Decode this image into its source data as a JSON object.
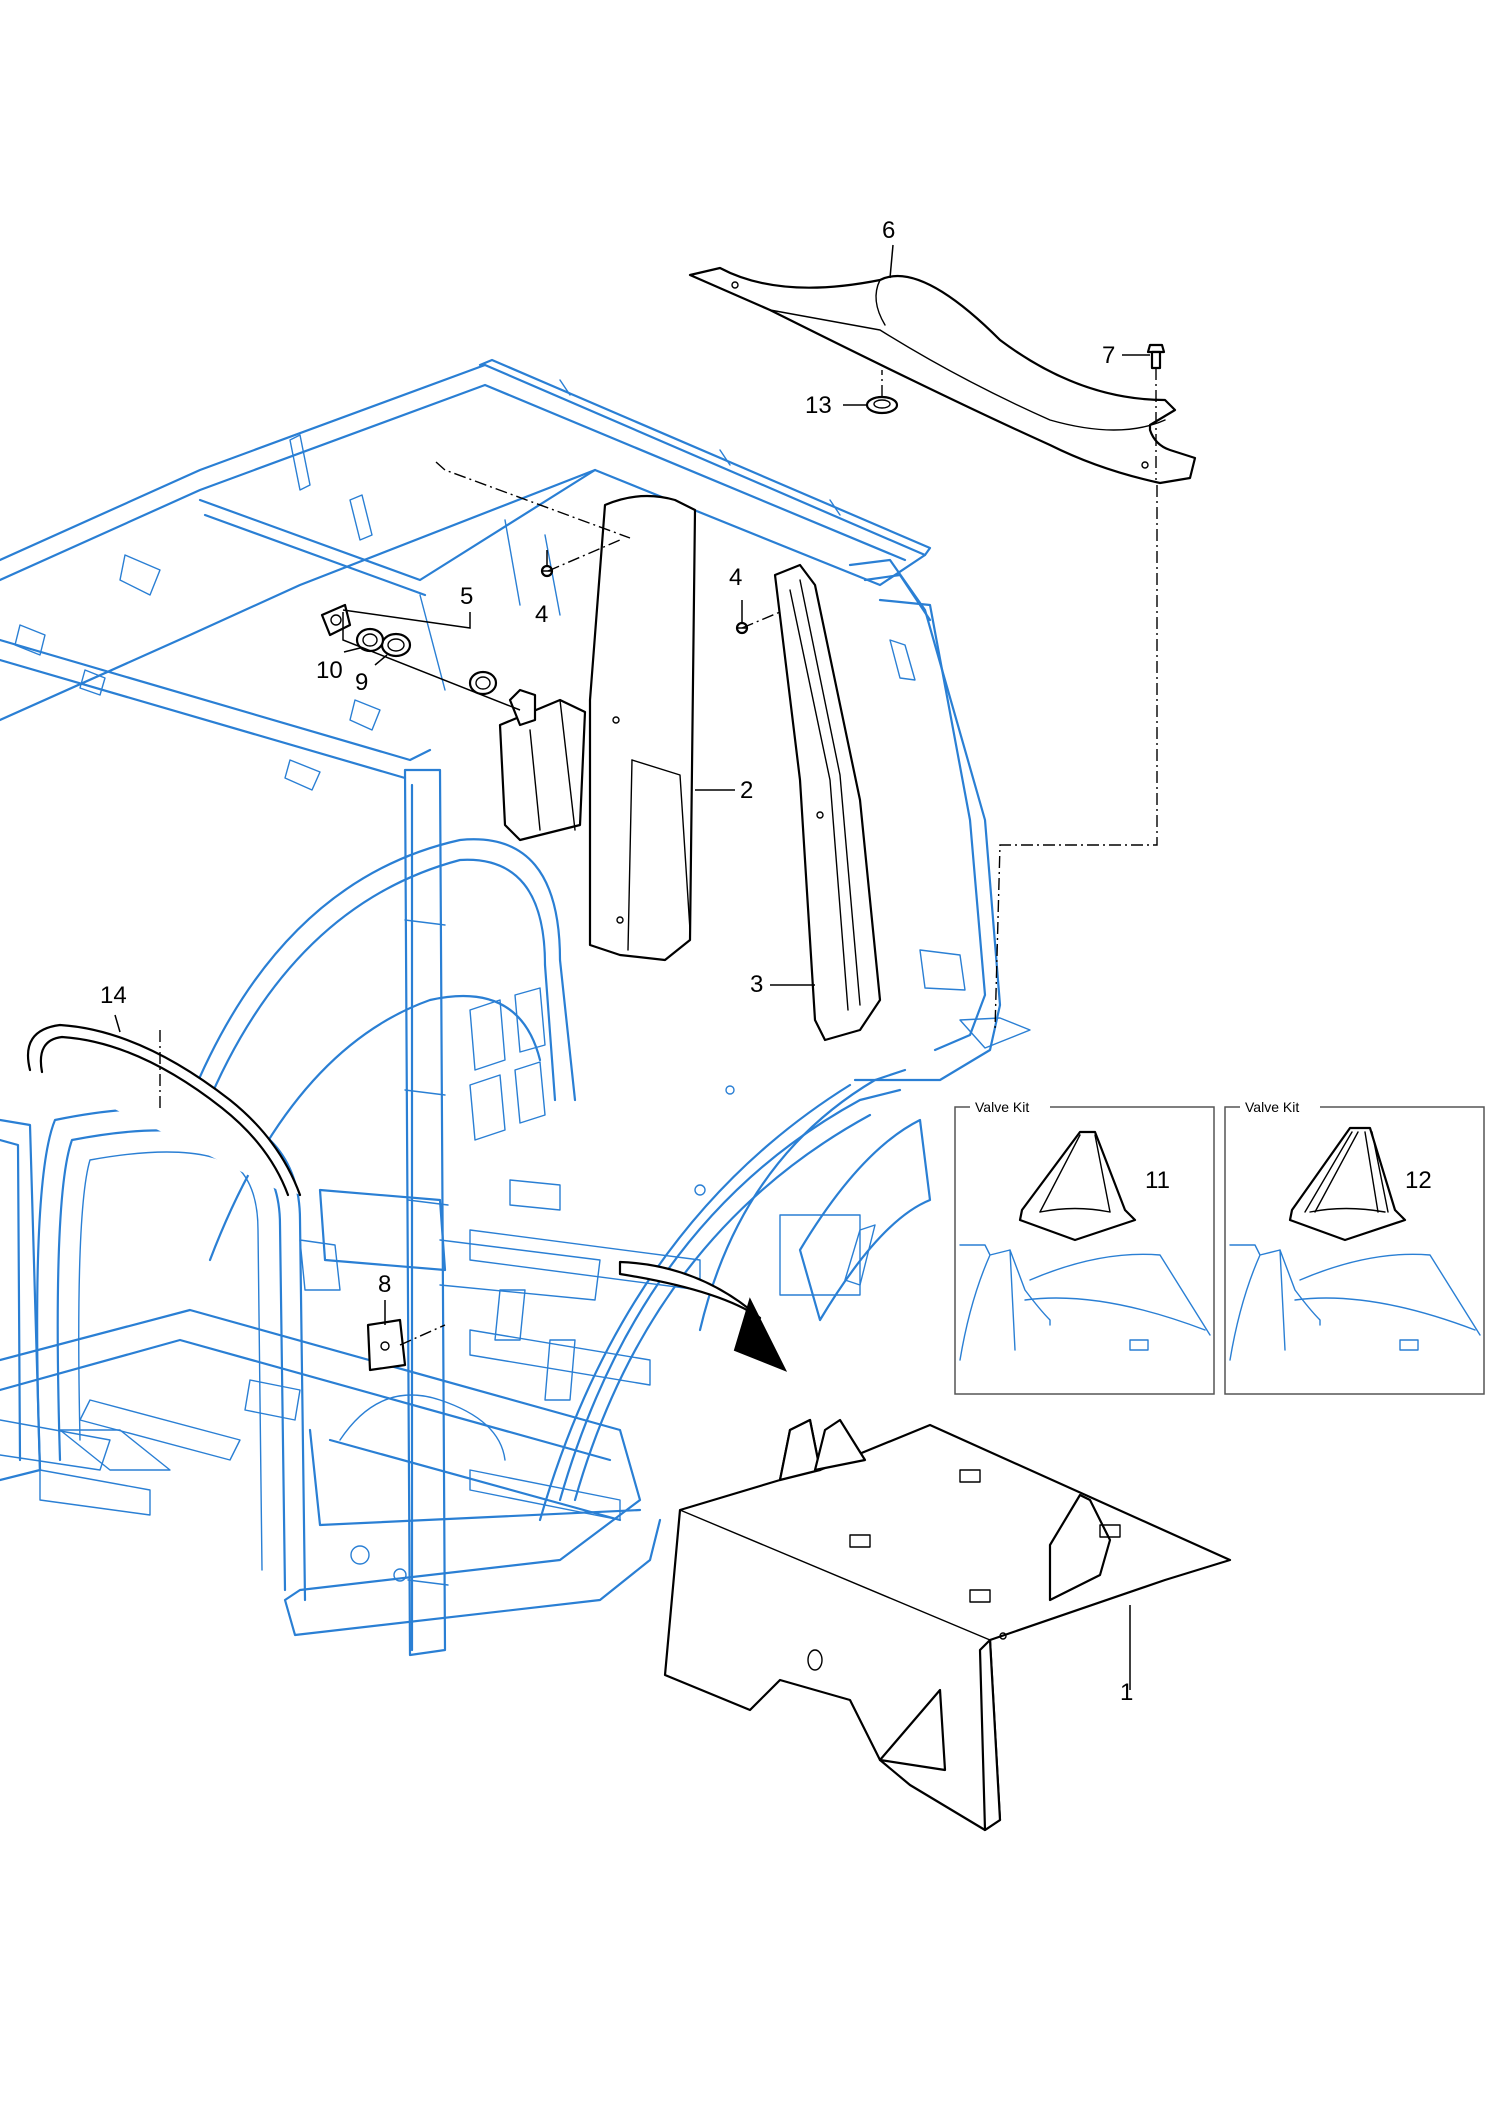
{
  "diagram": {
    "callouts": {
      "c1": "1",
      "c2": "2",
      "c3": "3",
      "c4a": "4",
      "c4b": "4",
      "c5": "5",
      "c6": "6",
      "c7": "7",
      "c8": "8",
      "c9": "9",
      "c10": "10",
      "c11": "11",
      "c12": "12",
      "c13": "13",
      "c14": "14"
    },
    "inset_left": {
      "title": "Valve Kit"
    },
    "inset_right": {
      "title": "Valve Kit"
    },
    "colors": {
      "frame": "#2a7fd4",
      "parts": "#000000",
      "background": "#ffffff"
    }
  }
}
